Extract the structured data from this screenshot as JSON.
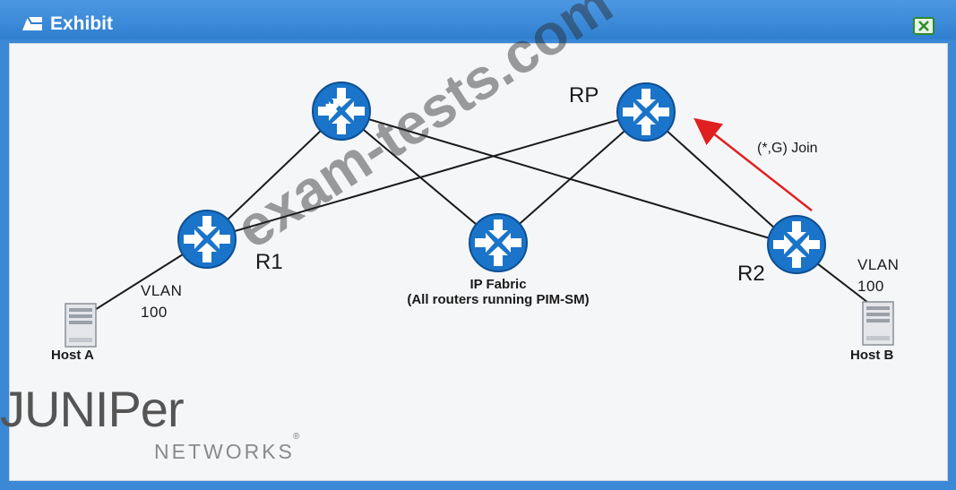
{
  "window": {
    "title": "Exhibit",
    "close_icon": "close-icon"
  },
  "diagram": {
    "routers": {
      "top_left": "",
      "rp": "RP",
      "r1": "R1",
      "fabric": "",
      "r2": "R2"
    },
    "fabric_label_1": "IP Fabric",
    "fabric_label_2": "(All routers running PIM-SM)",
    "join_label": "(*,G) Join",
    "vlan_a_1": "VLAN",
    "vlan_a_2": "100",
    "vlan_b_1": "VLAN",
    "vlan_b_2": "100",
    "host_a": "Host A",
    "host_b": "Host B",
    "router_color": "#1a74c9",
    "join_arrow_color": "#e02020"
  },
  "branding": {
    "logo_main": "JUNIPer",
    "logo_sub": "NETWORKS",
    "logo_reg": "®"
  },
  "watermark": "exam-tests.com"
}
